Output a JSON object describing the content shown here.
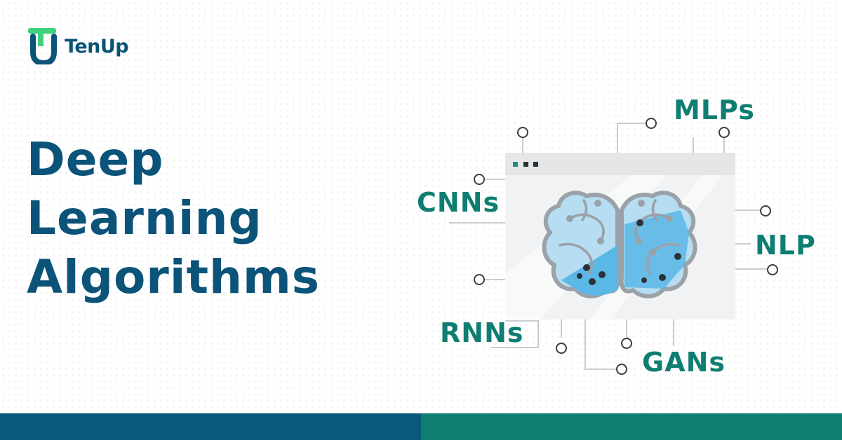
{
  "brand": {
    "name": "TenUp",
    "icon": "tenup-logo-icon",
    "colors": {
      "navy": "#0b5378",
      "green": "#3fd17d",
      "teal": "#0f7e72"
    }
  },
  "headline": {
    "line1": "Deep",
    "line2": "Learning",
    "line3": "Algorithms"
  },
  "tags": {
    "mlps": "MLPs",
    "cnns": "CNNs",
    "nlp": "NLP",
    "rnns": "RNNs",
    "gans": "GANs"
  },
  "illustration": {
    "icon": "brain-neural-network-icon",
    "window_icon": "browser-window-icon"
  },
  "footer": {
    "left_color": "#0b587d",
    "right_color": "#0f7e72"
  }
}
